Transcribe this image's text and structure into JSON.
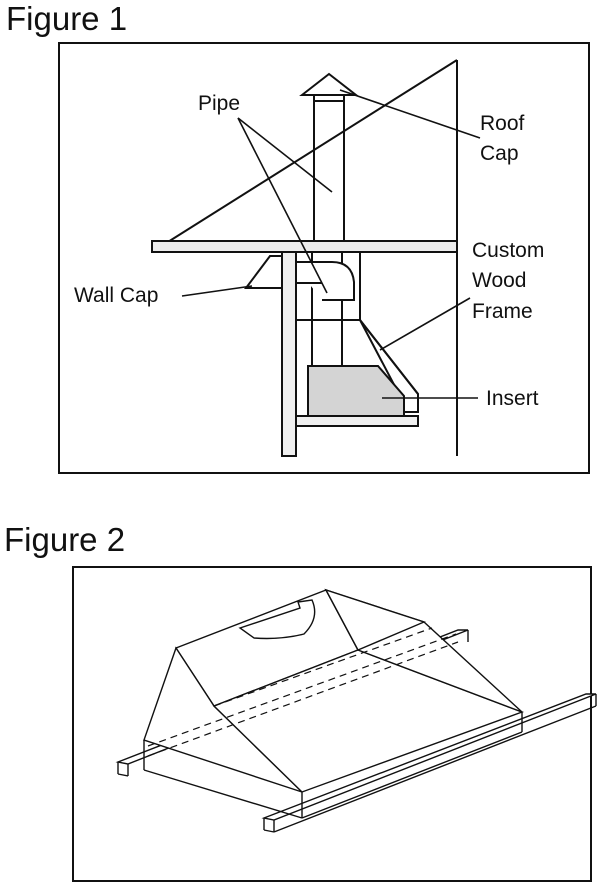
{
  "figure1": {
    "title": "Figure 1",
    "labels": {
      "pipe": "Pipe",
      "roof": "Roof",
      "cap": "Cap",
      "wall_cap": "Wall Cap",
      "custom": "Custom",
      "wood": "Wood",
      "frame": "Frame",
      "insert": "Insert"
    }
  },
  "figure2": {
    "title": "Figure 2"
  },
  "colors": {
    "line": "#111111",
    "insert_fill": "#d4d4d4",
    "frame_fill": "#e6e6e6"
  }
}
